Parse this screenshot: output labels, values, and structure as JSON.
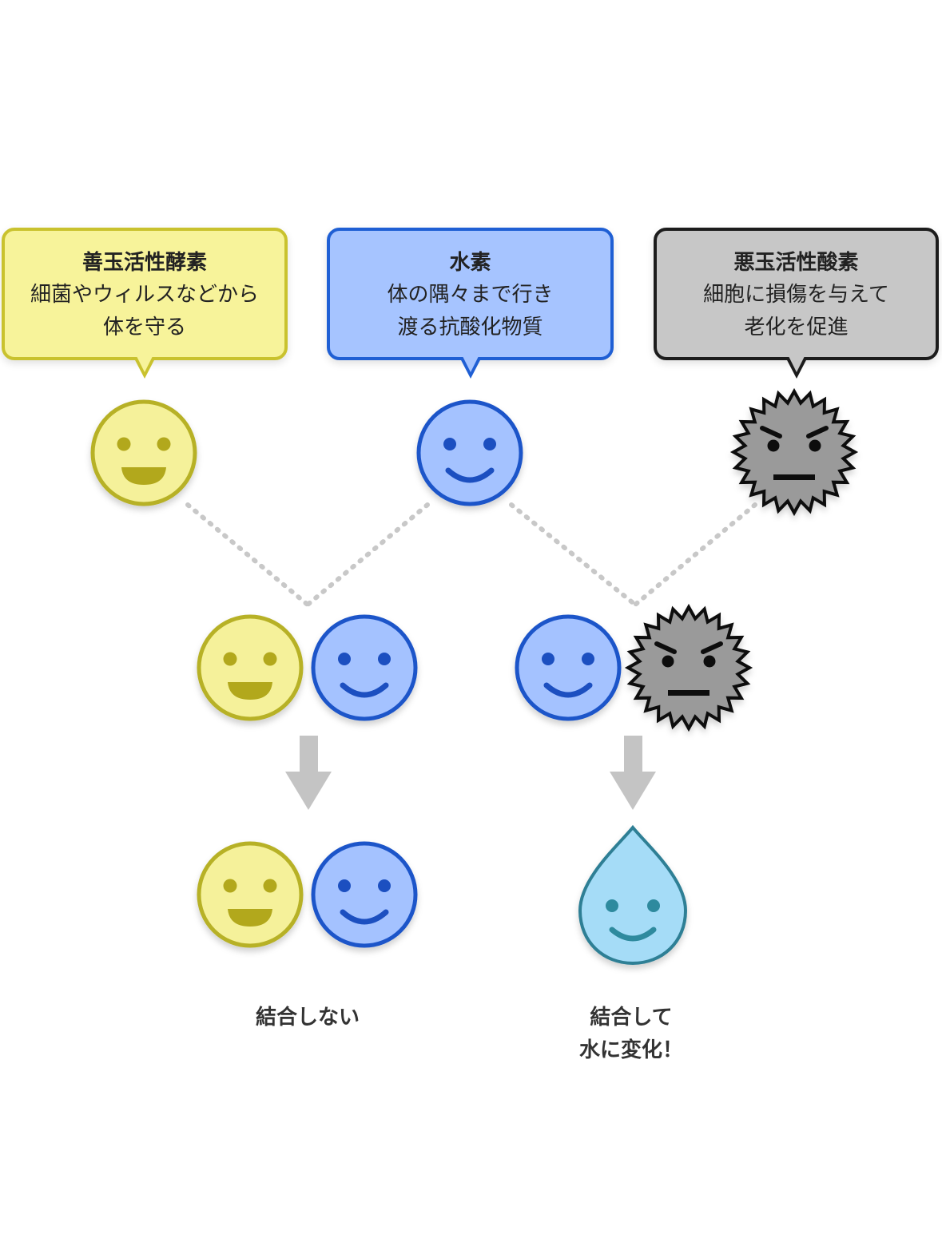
{
  "bubbles": {
    "enzyme": {
      "title": "善玉活性酵素",
      "line1": "細菌やウィルスなどから",
      "line2": "体を守る"
    },
    "hydrogen": {
      "title": "水素",
      "line1": "体の隅々まで行き",
      "line2": "渡る抗酸化物質"
    },
    "radical": {
      "title": "悪玉活性酸素",
      "line1": "細胞に損傷を与えて",
      "line2": "老化を促進"
    }
  },
  "captions": {
    "left": "結合しない",
    "right_line1": "結合して",
    "right_line2": "水に変化！"
  },
  "colors": {
    "enzyme_fill": "#f5f19a",
    "enzyme_stroke": "#b7b126",
    "enzyme_feature": "#b2a81e",
    "hydrogen_fill": "#a4c2ff",
    "hydrogen_stroke": "#1f55c9",
    "hydrogen_feature": "#1c4fc0",
    "radical_fill": "#9a9a9a",
    "radical_stroke": "#111111",
    "water_fill": "#a5dcf7",
    "water_stroke": "#2e7f95",
    "water_feature": "#2f8a9e",
    "arrow": "#c4c4c4",
    "dots": "#c8c8c8"
  }
}
